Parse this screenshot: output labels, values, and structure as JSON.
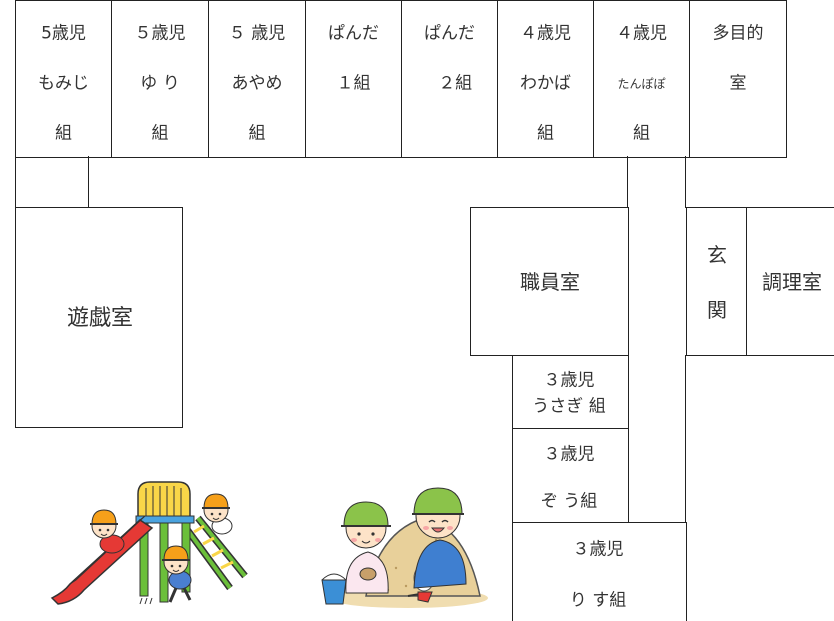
{
  "floor_plan": {
    "top_rooms": [
      {
        "lines": [
          "5歳児",
          "もみじ",
          "組"
        ]
      },
      {
        "lines": [
          "５歳児",
          "ゆ り",
          "組"
        ]
      },
      {
        "lines": [
          "５ 歳児",
          "あやめ",
          "組"
        ]
      },
      {
        "lines": [
          "ぱんだ",
          "１組"
        ]
      },
      {
        "lines": [
          "ぱんだ",
          "２組"
        ]
      },
      {
        "lines": [
          "４歳児",
          "わかば",
          "組"
        ]
      },
      {
        "lines": [
          "４歳児",
          "たんぽぽ",
          "組"
        ]
      },
      {
        "lines": [
          "多目的",
          "室"
        ]
      }
    ],
    "playroom": "遊戯室",
    "staff_room": "職員室",
    "entrance": [
      "玄",
      "関"
    ],
    "kitchen": "調理室",
    "usagi_class": [
      "３歳児",
      "うさぎ 組"
    ],
    "zou_class": [
      "３歳児",
      "ぞ う組"
    ],
    "risu_class": [
      "３歳児",
      "り す組"
    ]
  },
  "colors": {
    "line": "#222222",
    "text": "#333333"
  },
  "illustrations": [
    "children-on-slide-illustration",
    "children-in-sandbox-illustration"
  ]
}
